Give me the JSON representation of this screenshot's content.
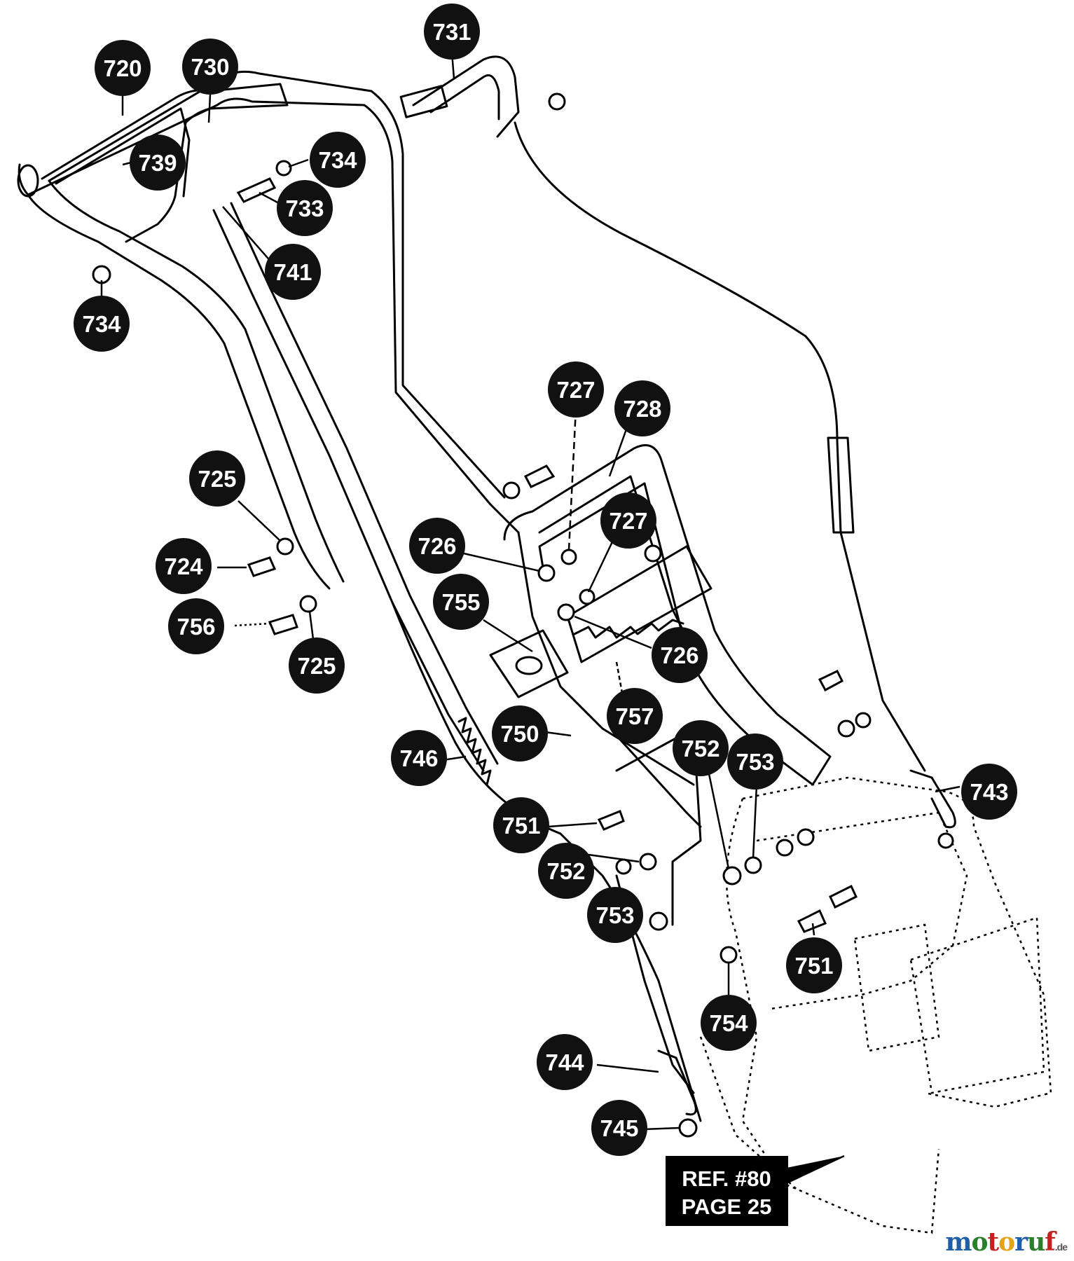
{
  "labels": [
    {
      "id": "720",
      "text": "720"
    },
    {
      "id": "730",
      "text": "730"
    },
    {
      "id": "731",
      "text": "731"
    },
    {
      "id": "739",
      "text": "739"
    },
    {
      "id": "734a",
      "text": "734"
    },
    {
      "id": "733",
      "text": "733"
    },
    {
      "id": "741",
      "text": "741"
    },
    {
      "id": "734b",
      "text": "734"
    },
    {
      "id": "727a",
      "text": "727"
    },
    {
      "id": "728",
      "text": "728"
    },
    {
      "id": "727b",
      "text": "727"
    },
    {
      "id": "725a",
      "text": "725"
    },
    {
      "id": "726a",
      "text": "726"
    },
    {
      "id": "724",
      "text": "724"
    },
    {
      "id": "755",
      "text": "755"
    },
    {
      "id": "756",
      "text": "756"
    },
    {
      "id": "725b",
      "text": "725"
    },
    {
      "id": "726b",
      "text": "726"
    },
    {
      "id": "757",
      "text": "757"
    },
    {
      "id": "746",
      "text": "746"
    },
    {
      "id": "750",
      "text": "750"
    },
    {
      "id": "752a",
      "text": "752"
    },
    {
      "id": "753a",
      "text": "753"
    },
    {
      "id": "743",
      "text": "743"
    },
    {
      "id": "751a",
      "text": "751"
    },
    {
      "id": "752b",
      "text": "752"
    },
    {
      "id": "753b",
      "text": "753"
    },
    {
      "id": "751b",
      "text": "751"
    },
    {
      "id": "754",
      "text": "754"
    },
    {
      "id": "744",
      "text": "744"
    },
    {
      "id": "745",
      "text": "745"
    }
  ],
  "reference": {
    "line1": "REF. #80",
    "line2": "PAGE 25"
  },
  "watermark": {
    "m": "m",
    "o1": "o",
    "t": "t",
    "o2": "o",
    "r": "r",
    "u": "u",
    "f": "f",
    "suffix": ".de"
  },
  "colors": {
    "ink": "#000000",
    "label_fill": "#111111",
    "label_text": "#ffffff",
    "wm_m": "#1f5fa8",
    "wm_o1": "#2a7f2a",
    "wm_t": "#c8201e",
    "wm_o2": "#e2a21a",
    "wm_r": "#1f5fa8",
    "wm_u": "#2a7f2a",
    "wm_f": "#c8201e"
  }
}
